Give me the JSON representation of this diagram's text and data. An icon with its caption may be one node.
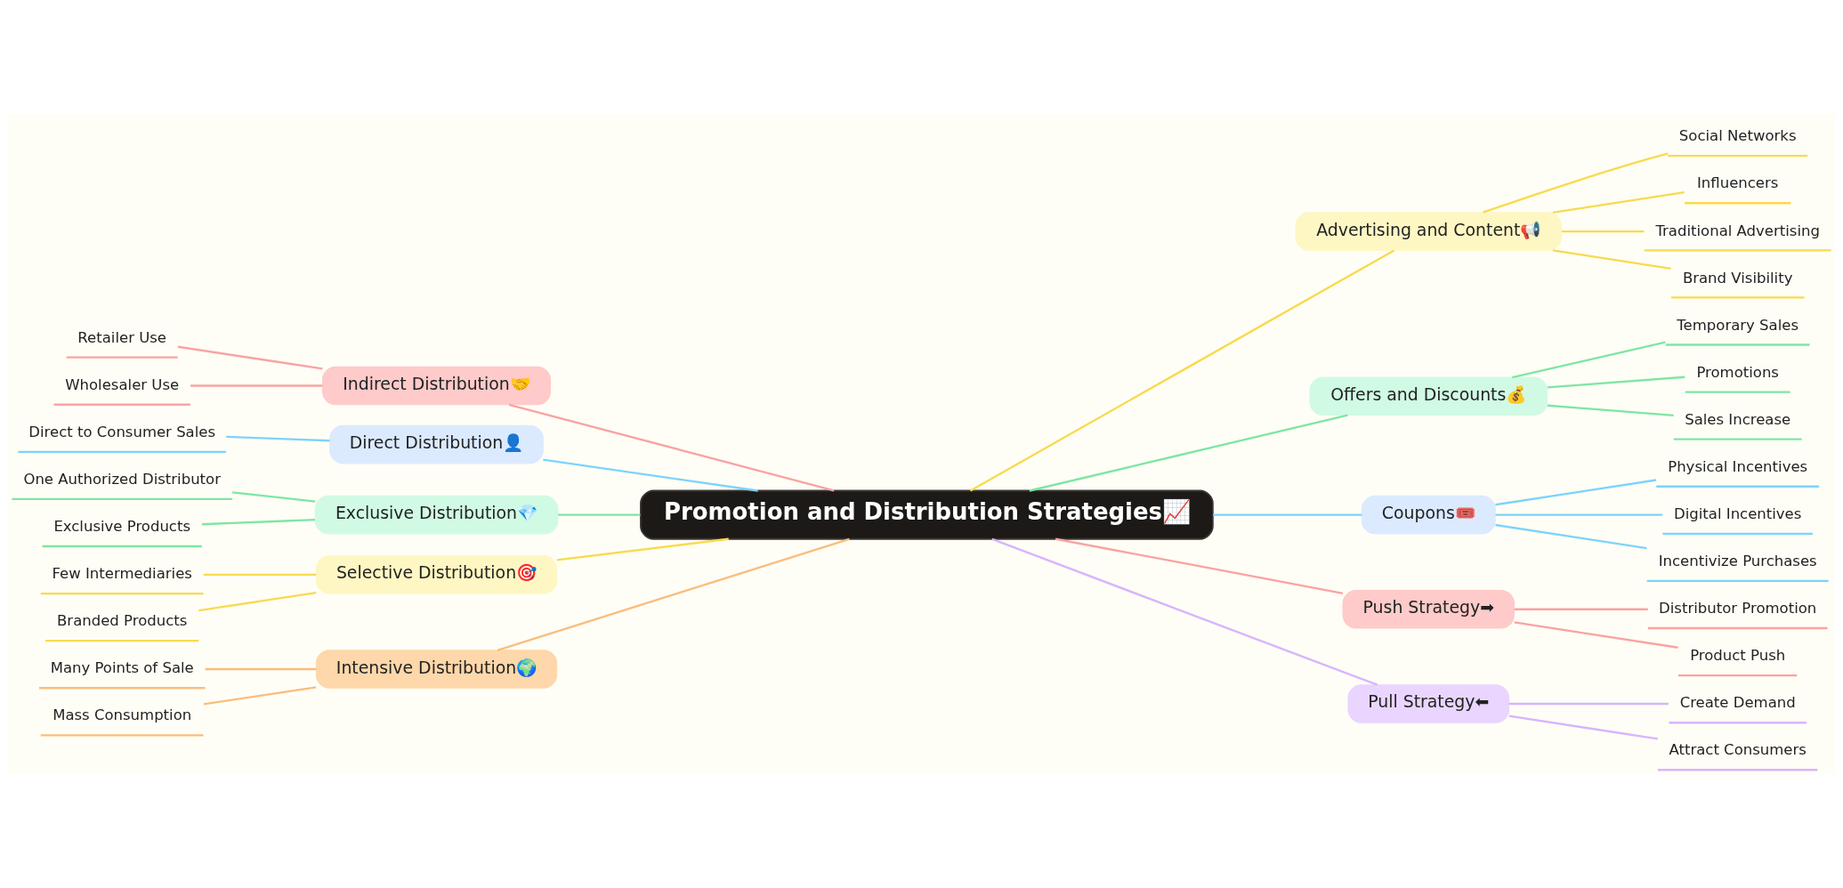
{
  "diagram": {
    "nodes": [
      {
        "text": [
          "Promotion and Distribution Strategies📈"
        ]
      },
      {
        "text": [
          "Indirect Distribution🤝"
        ]
      },
      {
        "text": [
          "Retailer Use"
        ]
      },
      {
        "text": [
          "Wholesaler Use"
        ]
      },
      {
        "text": [
          "Direct Distribution👤"
        ]
      },
      {
        "text": [
          "Direct to Consumer Sales"
        ]
      },
      {
        "text": [
          "Exclusive Distribution💎"
        ]
      },
      {
        "text": [
          "One Authorized Distributor"
        ]
      },
      {
        "text": [
          "Exclusive Products"
        ]
      },
      {
        "text": [
          "Selective Distribution🎯"
        ]
      },
      {
        "text": [
          "Few Intermediaries"
        ]
      },
      {
        "text": [
          "Branded Products"
        ]
      },
      {
        "text": [
          "Intensive Distribution🌍"
        ]
      },
      {
        "text": [
          "Many Points of Sale"
        ]
      },
      {
        "text": [
          "Mass Consumption"
        ]
      },
      {
        "text": [
          "Advertising and Content📢"
        ]
      },
      {
        "text": [
          "Social Networks"
        ]
      },
      {
        "text": [
          "Influencers"
        ]
      },
      {
        "text": [
          "Traditional Advertising"
        ]
      },
      {
        "text": [
          "Brand Visibility"
        ]
      },
      {
        "text": [
          "Offers and Discounts💰"
        ]
      },
      {
        "text": [
          "Temporary Sales"
        ]
      },
      {
        "text": [
          "Promotions"
        ]
      },
      {
        "text": [
          "Sales Increase"
        ]
      },
      {
        "text": [
          "Coupons🎟️"
        ]
      },
      {
        "text": [
          "Physical Incentives"
        ]
      },
      {
        "text": [
          "Digital Incentives"
        ]
      },
      {
        "text": [
          "Incentivize Purchases"
        ]
      },
      {
        "text": [
          "Push Strategy➡"
        ]
      },
      {
        "text": [
          "Distributor Promotion"
        ]
      },
      {
        "text": [
          "Product Push"
        ]
      },
      {
        "text": [
          "Pull Strategy⬅"
        ]
      },
      {
        "text": [
          "Create Demand"
        ]
      },
      {
        "text": [
          "Attract Consumers"
        ]
      }
    ],
    "edges": [
      {
        "from": 2,
        "to": 1,
        "arrow": "none",
        "color": "#f9a3a3"
      },
      {
        "from": 3,
        "to": 1,
        "arrow": "none",
        "color": "#f9a3a3"
      },
      {
        "from": 1,
        "to": 0,
        "arrow": "none",
        "color": "#f9a3a3"
      },
      {
        "from": 5,
        "to": 4,
        "arrow": "none",
        "color": "#7dd3fc"
      },
      {
        "from": 4,
        "to": 0,
        "arrow": "none",
        "color": "#7dd3fc"
      },
      {
        "from": 7,
        "to": 6,
        "arrow": "none",
        "color": "#7ee6a4"
      },
      {
        "from": 8,
        "to": 6,
        "arrow": "none",
        "color": "#7ee6a4"
      },
      {
        "from": 6,
        "to": 0,
        "arrow": "none",
        "color": "#7ee6a4"
      },
      {
        "from": 10,
        "to": 9,
        "arrow": "none",
        "color": "#f9da4e"
      },
      {
        "from": 11,
        "to": 9,
        "arrow": "none",
        "color": "#f9da4e"
      },
      {
        "from": 9,
        "to": 0,
        "arrow": "none",
        "color": "#f9da4e"
      },
      {
        "from": 13,
        "to": 12,
        "arrow": "none",
        "color": "#fbbd7c"
      },
      {
        "from": 14,
        "to": 12,
        "arrow": "none",
        "color": "#fbbd7c"
      },
      {
        "from": 12,
        "to": 0,
        "arrow": "none",
        "color": "#fbbd7c"
      },
      {
        "from": 0,
        "to": 15,
        "arrow": "none",
        "color": "#f9da4e"
      },
      {
        "from": 15,
        "to": 16,
        "arrow": "none",
        "color": "#f9da4e"
      },
      {
        "from": 15,
        "to": 17,
        "arrow": "none",
        "color": "#f9da4e"
      },
      {
        "from": 15,
        "to": 18,
        "arrow": "none",
        "color": "#f9da4e"
      },
      {
        "from": 15,
        "to": 19,
        "arrow": "none",
        "color": "#f9da4e"
      },
      {
        "from": 0,
        "to": 20,
        "arrow": "none",
        "color": "#7ee6a4"
      },
      {
        "from": 20,
        "to": 21,
        "arrow": "none",
        "color": "#7ee6a4"
      },
      {
        "from": 20,
        "to": 22,
        "arrow": "none",
        "color": "#7ee6a4"
      },
      {
        "from": 20,
        "to": 23,
        "arrow": "none",
        "color": "#7ee6a4"
      },
      {
        "from": 0,
        "to": 24,
        "arrow": "none",
        "color": "#7dd3fc"
      },
      {
        "from": 24,
        "to": 25,
        "arrow": "none",
        "color": "#7dd3fc"
      },
      {
        "from": 24,
        "to": 26,
        "arrow": "none",
        "color": "#7dd3fc"
      },
      {
        "from": 24,
        "to": 27,
        "arrow": "none",
        "color": "#7dd3fc"
      },
      {
        "from": 0,
        "to": 28,
        "arrow": "none",
        "color": "#f9a3a3"
      },
      {
        "from": 28,
        "to": 29,
        "arrow": "none",
        "color": "#f9a3a3"
      },
      {
        "from": 28,
        "to": 30,
        "arrow": "none",
        "color": "#f9a3a3"
      },
      {
        "from": 0,
        "to": 31,
        "arrow": "none",
        "color": "#d8b4fe"
      },
      {
        "from": 31,
        "to": 32,
        "arrow": "none",
        "color": "#d8b4fe"
      },
      {
        "from": 31,
        "to": 33,
        "arrow": "none",
        "color": "#d8b4fe"
      }
    ]
  }
}
